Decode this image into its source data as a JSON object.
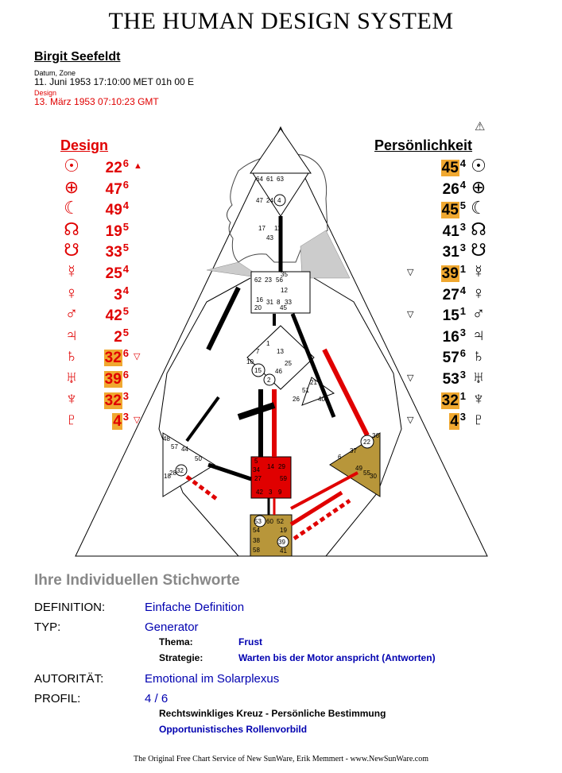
{
  "title": "THE HUMAN DESIGN SYSTEM",
  "person": {
    "name": "Birgit Seefeldt",
    "zone_label": "Datum, Zone",
    "birth": "11. Juni 1953 17:10:00 MET 01h 00 E",
    "design_label": "Design",
    "design_date": "13. März 1953 07:10:23 GMT"
  },
  "design_column": {
    "heading": "Design",
    "rows": [
      {
        "planet": "sun-icon",
        "glyph": "☉",
        "gate": "22",
        "line": "6",
        "mark": "▲",
        "hl": false
      },
      {
        "planet": "earth-icon",
        "glyph": "⊕",
        "gate": "47",
        "line": "6",
        "mark": "",
        "hl": false
      },
      {
        "planet": "moon-icon",
        "glyph": "☾",
        "gate": "49",
        "line": "4",
        "mark": "",
        "hl": false
      },
      {
        "planet": "north-node-icon",
        "glyph": "☊",
        "gate": "19",
        "line": "5",
        "mark": "",
        "hl": false
      },
      {
        "planet": "south-node-icon",
        "glyph": "☋",
        "gate": "33",
        "line": "5",
        "mark": "",
        "hl": false
      },
      {
        "planet": "mercury-icon",
        "glyph": "☿",
        "gate": "25",
        "line": "4",
        "mark": "",
        "hl": false
      },
      {
        "planet": "venus-icon",
        "glyph": "♀",
        "gate": "3",
        "line": "4",
        "mark": "",
        "hl": false
      },
      {
        "planet": "mars-icon",
        "glyph": "♂",
        "gate": "42",
        "line": "5",
        "mark": "",
        "hl": false
      },
      {
        "planet": "jupiter-icon",
        "glyph": "♃",
        "gate": "2",
        "line": "5",
        "mark": "",
        "hl": false
      },
      {
        "planet": "saturn-icon",
        "glyph": "♄",
        "gate": "32",
        "line": "6",
        "mark": "▽",
        "hl": true
      },
      {
        "planet": "uranus-icon",
        "glyph": "♅",
        "gate": "39",
        "line": "6",
        "mark": "",
        "hl": true
      },
      {
        "planet": "neptune-icon",
        "glyph": "♆",
        "gate": "32",
        "line": "3",
        "mark": "",
        "hl": true
      },
      {
        "planet": "pluto-icon",
        "glyph": "♇",
        "gate": "4",
        "line": "3",
        "mark": "▽",
        "hl": true
      }
    ]
  },
  "personality_column": {
    "heading": "Persönlichkeit",
    "top_mark": "⚠",
    "rows": [
      {
        "planet": "sun-icon",
        "glyph": "☉",
        "gate": "45",
        "line": "4",
        "mark": "",
        "hl": true
      },
      {
        "planet": "earth-icon",
        "glyph": "⊕",
        "gate": "26",
        "line": "4",
        "mark": "",
        "hl": false
      },
      {
        "planet": "moon-icon",
        "glyph": "☾",
        "gate": "45",
        "line": "5",
        "mark": "",
        "hl": true
      },
      {
        "planet": "north-node-icon",
        "glyph": "☊",
        "gate": "41",
        "line": "3",
        "mark": "",
        "hl": false
      },
      {
        "planet": "south-node-icon",
        "glyph": "☋",
        "gate": "31",
        "line": "3",
        "mark": "",
        "hl": false
      },
      {
        "planet": "mercury-icon",
        "glyph": "☿",
        "gate": "39",
        "line": "1",
        "mark": "▽",
        "hl": true
      },
      {
        "planet": "venus-icon",
        "glyph": "♀",
        "gate": "27",
        "line": "4",
        "mark": "",
        "hl": false
      },
      {
        "planet": "mars-icon",
        "glyph": "♂",
        "gate": "15",
        "line": "1",
        "mark": "▽",
        "hl": false
      },
      {
        "planet": "jupiter-icon",
        "glyph": "♃",
        "gate": "16",
        "line": "3",
        "mark": "",
        "hl": false
      },
      {
        "planet": "saturn-icon",
        "glyph": "♄",
        "gate": "57",
        "line": "6",
        "mark": "",
        "hl": false
      },
      {
        "planet": "uranus-icon",
        "glyph": "♅",
        "gate": "53",
        "line": "3",
        "mark": "▽",
        "hl": false
      },
      {
        "planet": "neptune-icon",
        "glyph": "♆",
        "gate": "32",
        "line": "1",
        "mark": "",
        "hl": true
      },
      {
        "planet": "pluto-icon",
        "glyph": "♇",
        "gate": "4",
        "line": "3",
        "mark": "▽",
        "hl": true
      }
    ]
  },
  "bodygraph": {
    "head_gates": [
      "64",
      "61",
      "63"
    ],
    "ajna_gates": [
      "47",
      "24",
      "4",
      "17",
      "11",
      "43"
    ],
    "throat_gates": [
      "62",
      "23",
      "56",
      "35",
      "12",
      "16",
      "20",
      "31",
      "8",
      "33",
      "45"
    ],
    "g_gates": [
      "7",
      "1",
      "13",
      "10",
      "15",
      "2",
      "46",
      "25"
    ],
    "ego_gates": [
      "21",
      "51",
      "26",
      "40"
    ],
    "spleen_gates": [
      "48",
      "57",
      "44",
      "50",
      "32",
      "28",
      "18"
    ],
    "sacral_gates": [
      "5",
      "14",
      "29",
      "34",
      "27",
      "59",
      "42",
      "3",
      "9"
    ],
    "root_gates": [
      "53",
      "60",
      "52",
      "54",
      "19",
      "38",
      "39",
      "58",
      "41"
    ],
    "solar_gates": [
      "6",
      "37",
      "22",
      "49",
      "55",
      "30",
      "36"
    ],
    "colors": {
      "sacral": "#e00000",
      "root": "#b8963a",
      "solar": "#b8963a",
      "black": "#000000",
      "red": "#e00000"
    }
  },
  "keywords": {
    "heading": "Ihre Individuellen Stichworte",
    "definition_label": "DEFINITION:",
    "definition_value": "Einfache Definition",
    "type_label": "TYP:",
    "type_value": "Generator",
    "theme_label": "Thema:",
    "theme_value": "Frust",
    "strategy_label": "Strategie:",
    "strategy_value": "Warten bis der Motor anspricht (Antworten)",
    "authority_label": "AUTORITÄT:",
    "authority_value": "Emotional im Solarplexus",
    "profile_label": "PROFIL:",
    "profile_value": "4 / 6",
    "cross": "Rechtswinkliges Kreuz - Persönliche Bestimmung",
    "role": "Opportunistisches Rollenvorbild"
  },
  "footer": "The Original Free Chart Service of New SunWare, Erik Memmert - www.NewSunWare.com"
}
